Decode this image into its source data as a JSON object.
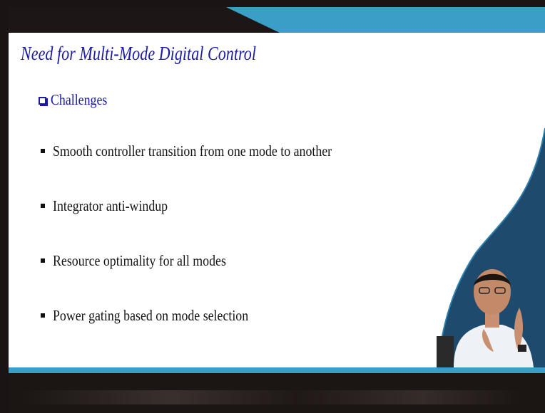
{
  "slide": {
    "title": "Need for Multi-Mode Digital Control",
    "section_label": "Challenges",
    "bullets": [
      "Smooth controller transition from one mode to another",
      "Integrator anti-windup",
      "Resource optimality for all modes",
      "Power gating based on mode selection"
    ]
  },
  "colors": {
    "title": "#1a1aa6",
    "accent_teal": "#3a9ec6",
    "navy_wave": "#1e4a6e",
    "dark_band": "#1b1514"
  }
}
